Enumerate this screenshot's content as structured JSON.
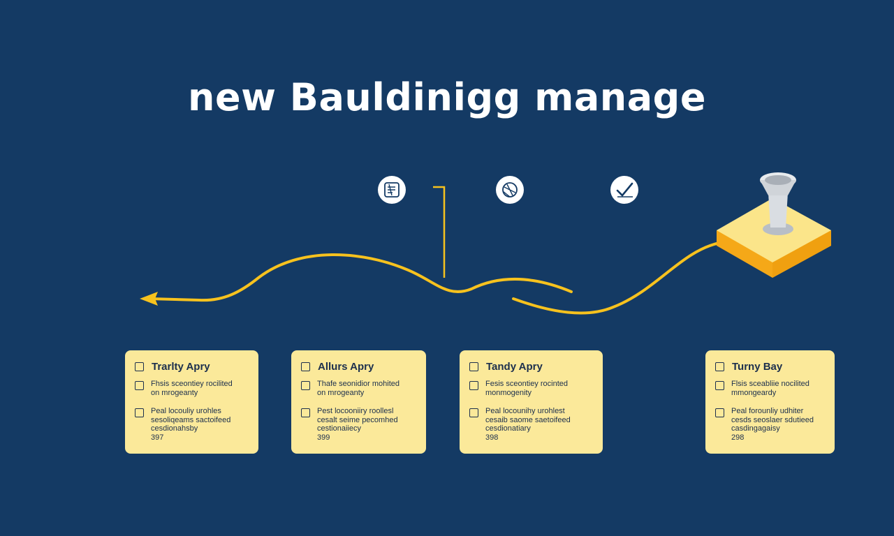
{
  "title": "new Bauldinigg manage",
  "colors": {
    "background": "#143a64",
    "accent": "#f7c21e",
    "card": "#fbe99a",
    "card_text": "#1c2f4d",
    "icon_circle": "#ffffff"
  },
  "icons": [
    {
      "name": "document-icon"
    },
    {
      "name": "globe-icon"
    },
    {
      "name": "checkmark-icon"
    }
  ],
  "cards": [
    {
      "title": "Trarlty Apry",
      "items": [
        {
          "text": "Fhsis sceontiey rocilited\non mrogeanty"
        },
        {
          "text": "Peal locouliy urohles\nsesoliqeams sactoifeed\ncesdionahsby\n397"
        }
      ]
    },
    {
      "title": "Allurs Apry",
      "items": [
        {
          "text": "Thafe seonidior mohited\non mrogeanty"
        },
        {
          "text": "Pest locooniiry roollesl\ncesalt seime pecomhed\ncestionaiiecy\n399"
        }
      ]
    },
    {
      "title": "Tandy Apry",
      "items": [
        {
          "text": "Fesis sceontiey rocinted\nmonmogenity"
        },
        {
          "text": "Peal locounihy urohlest\ncesaib saome saetoifeed\ncesdionatiary\n398"
        }
      ]
    },
    {
      "title": "Turny Bay",
      "items": [
        {
          "text": "Flsis sceabliie nocilited\nmmongeardy"
        },
        {
          "text": "Peal forounliy udhiter\ncesds seoslaer sdutieed\ncasdingagaisy\n298"
        }
      ]
    }
  ]
}
